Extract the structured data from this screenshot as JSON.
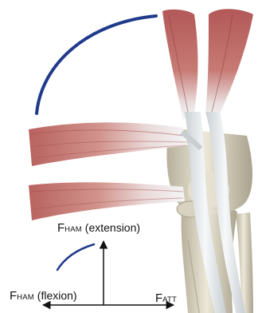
{
  "labels": {
    "extension": {
      "f": "F",
      "sub": "HAM",
      "rest": " (extension)"
    },
    "flexion": {
      "f": "F",
      "sub": "HAM",
      "rest": " (flexion)"
    },
    "attachment": {
      "f": "F",
      "sub": "ATT"
    }
  },
  "colors": {
    "arc_blue": "#1f3a8a",
    "muscle_red": "#b85a5a",
    "tendon_white": "#eef1f3",
    "bone": "#dcd6c4",
    "bone_shadow": "#a7a190",
    "arrow": "#111111"
  }
}
